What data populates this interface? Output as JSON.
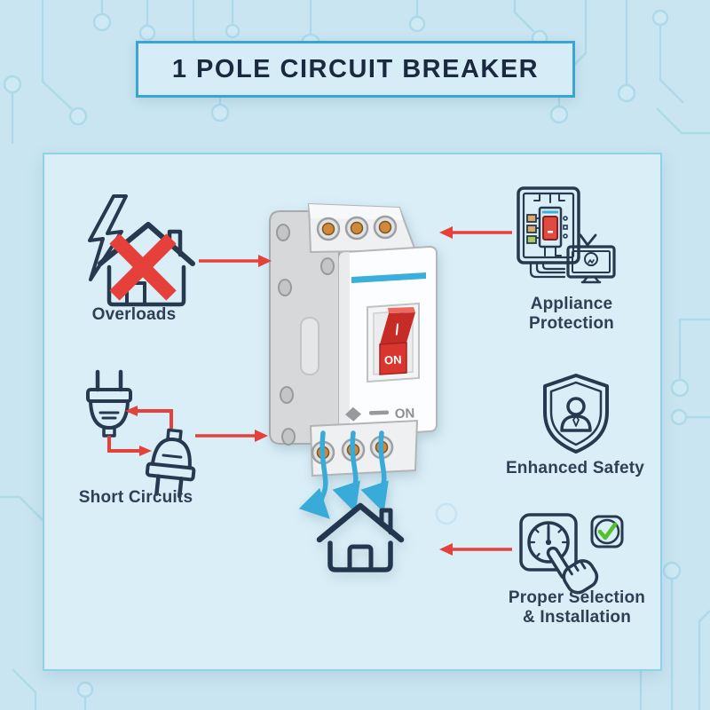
{
  "title": "1 POLE CIRCUIT BREAKER",
  "left_column": {
    "overloads": {
      "label": "Overloads",
      "icon": "house-lightning-crossed-icon"
    },
    "short_circuits": {
      "label": "Short Circuits",
      "icon": "short-circuit-plugs-icon"
    }
  },
  "right_column": {
    "appliance_protection": {
      "line1": "Appliance",
      "line2": "Protection",
      "icon": "breaker-panel-tv-icon"
    },
    "enhanced_safety": {
      "label": "Enhanced Safety",
      "icon": "shield-user-icon"
    },
    "proper_selection": {
      "line1": "Proper Selection",
      "line2": "& Installation",
      "icon": "gauge-hand-checkmark-icon"
    }
  },
  "breaker": {
    "rocker_top_symbol": "/",
    "rocker_front_label": "ON",
    "marking_label": "ON"
  },
  "colors": {
    "page_background": "#c9e5f1",
    "panel_background": "#d9eef7",
    "panel_border": "#8fd0ea",
    "title_border": "#3ba4d1",
    "title_text": "#1b2940",
    "label_text": "#2f4054",
    "icon_outline": "#26394f",
    "arrow_red": "#e5403a",
    "wire_blue": "#38abd8",
    "breaker_stripe_blue": "#3aaedc",
    "switch_red": "#d8362f",
    "terminal_copper": "#d0893c",
    "check_green": "#55c02e",
    "circuit_trace": "#a7d7e9"
  }
}
